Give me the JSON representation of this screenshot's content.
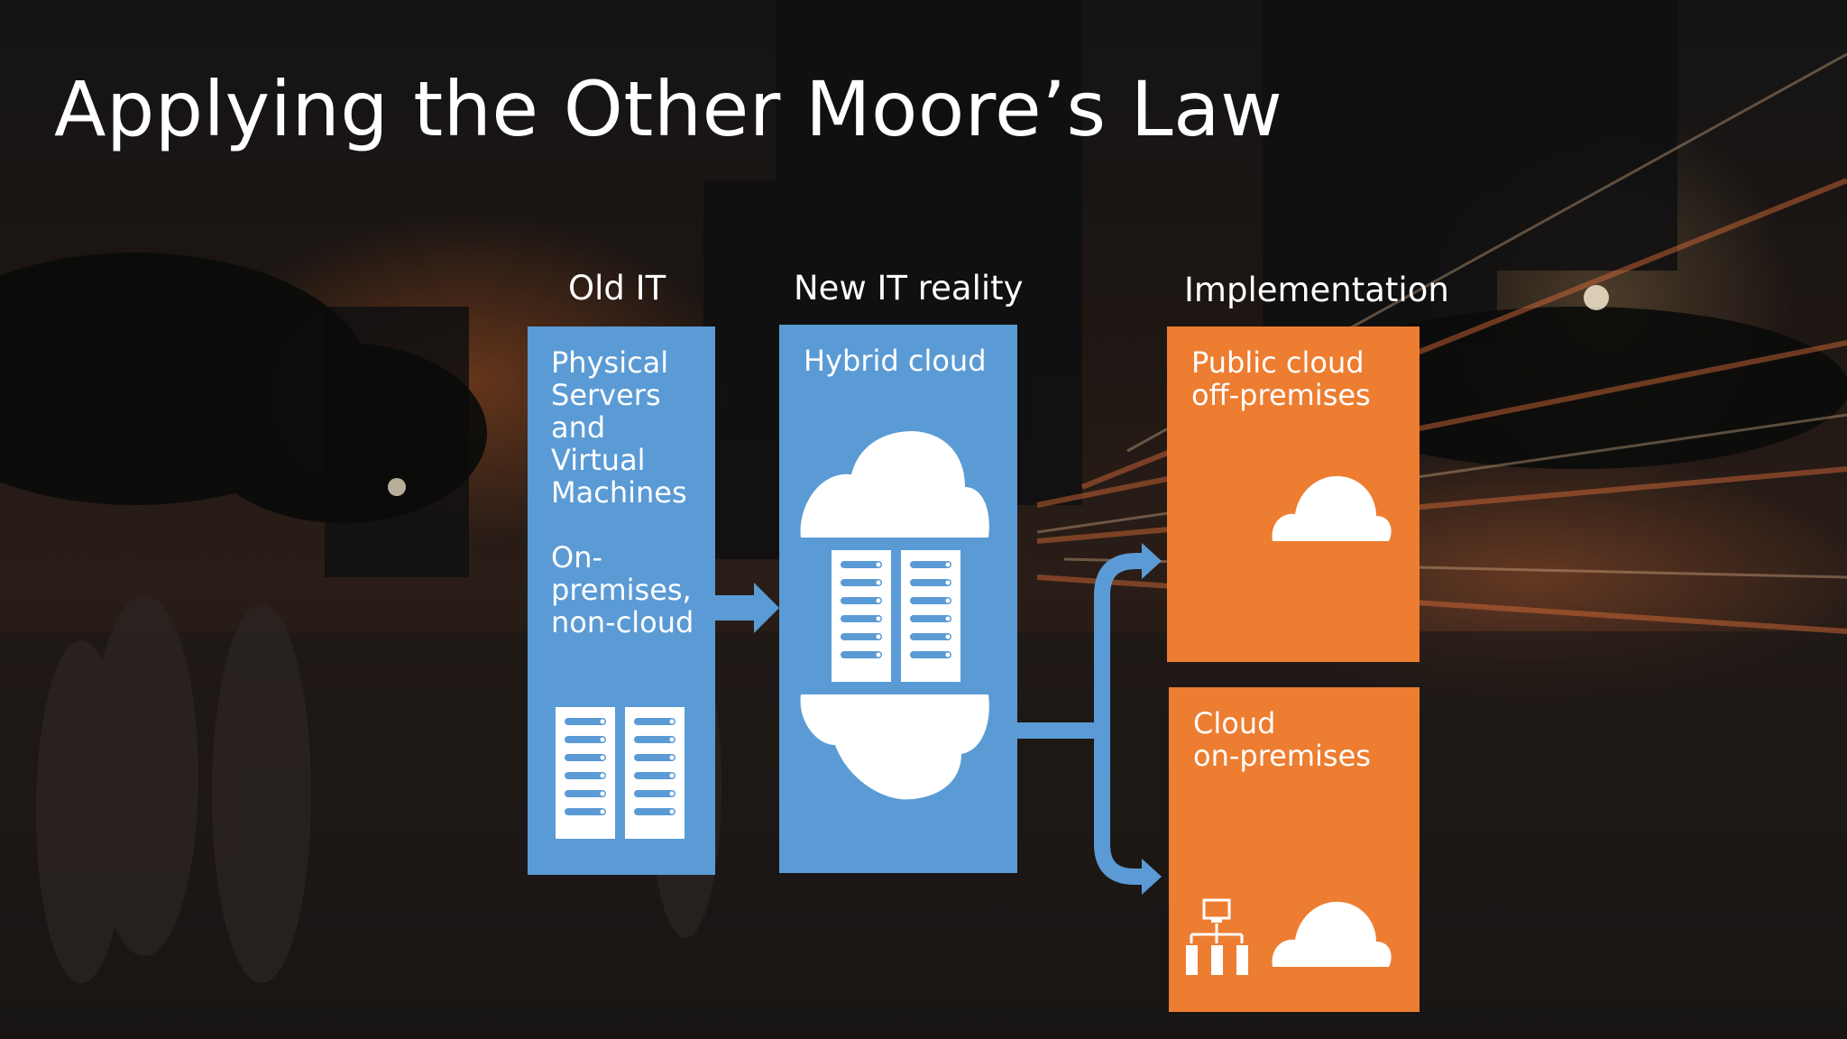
{
  "slide": {
    "title": "Applying the Other Moore’s Law"
  },
  "columns": {
    "old_it": "Old IT",
    "new_it": "New IT reality",
    "implementation": "Implementation"
  },
  "boxes": {
    "old_it_line1": "Physical\nServers\nand\nVirtual\nMachines",
    "old_it_line2": "On-\npremises,\nnon-cloud",
    "hybrid": "Hybrid cloud",
    "public": "Public cloud\noff-premises",
    "onprem": "Cloud\non-premises"
  },
  "icons": [
    "server-rack-icon",
    "cloud-icon",
    "network-hierarchy-icon",
    "arrow-right-icon",
    "branch-arrow-icon"
  ],
  "colors": {
    "blue": "#5b9bd5",
    "orange": "#ed7d31",
    "text": "#ffffff"
  }
}
